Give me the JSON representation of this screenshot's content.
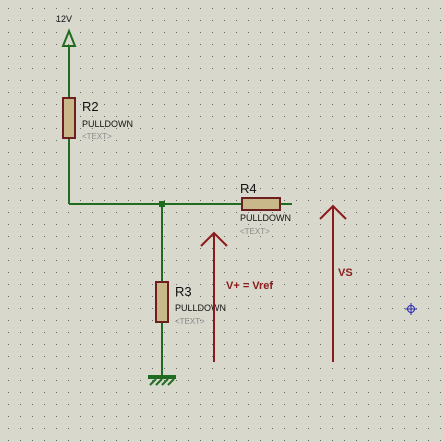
{
  "colors": {
    "background": "#d8d8cc",
    "grid_dot": "#6b6b6b",
    "wire": "#1f6b1f",
    "resistor_fill": "#c9b889",
    "resistor_stroke": "#6b1f1f",
    "annotation": "#8b1a1a",
    "text": "#111111",
    "placeholder": "#8a8a8a",
    "cursor": "#2a2ab0"
  },
  "power": {
    "label": "12V"
  },
  "resistors": [
    {
      "ref": "R2",
      "value": "PULLDOWN",
      "placeholder": "<TEXT>"
    },
    {
      "ref": "R4",
      "value": "PULLDOWN",
      "placeholder": "<TEXT>"
    },
    {
      "ref": "R3",
      "value": "PULLDOWN",
      "placeholder": "<TEXT>"
    }
  ],
  "annotations": [
    {
      "label": "V+ = Vref"
    },
    {
      "label": "VS"
    }
  ],
  "icons": {
    "ground": "ground-icon",
    "power": "power-arrow-icon",
    "cursor": "crosshair-cursor-icon"
  }
}
